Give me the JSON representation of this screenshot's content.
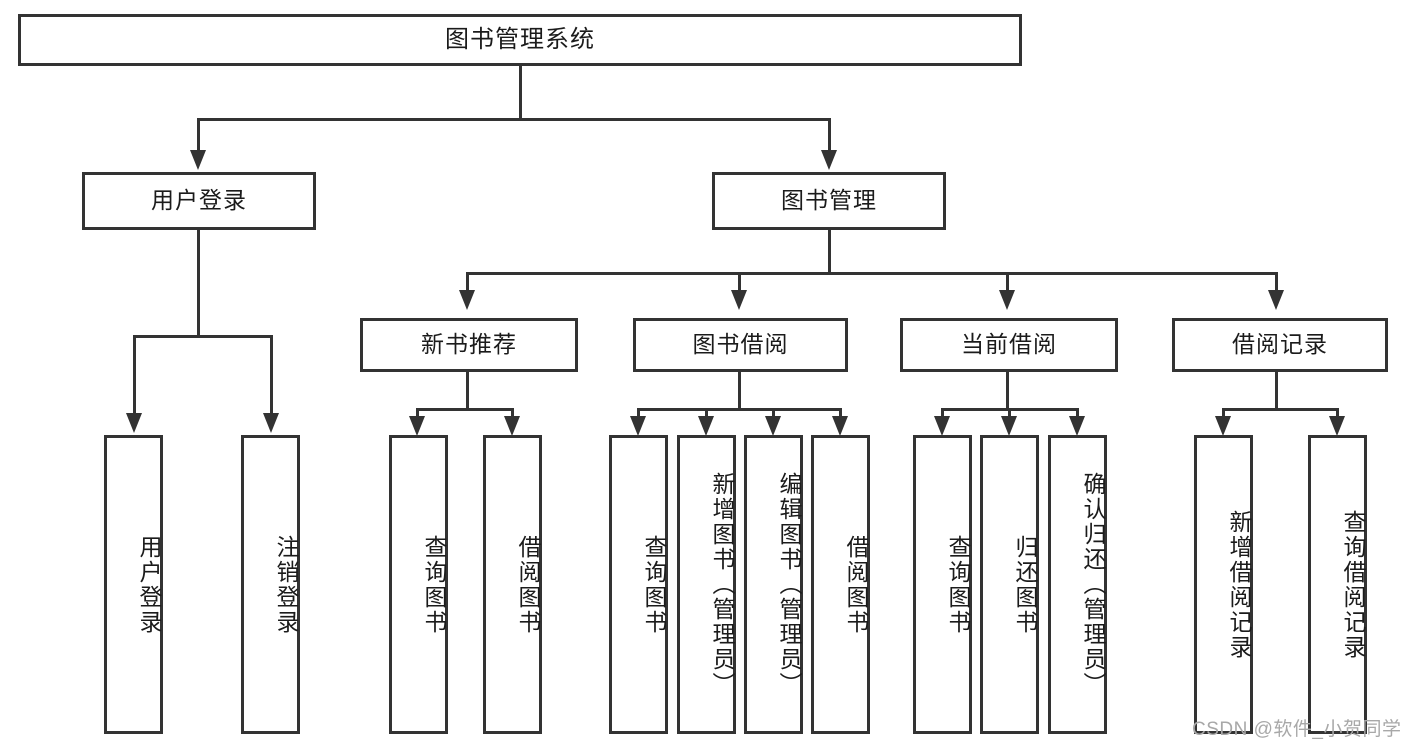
{
  "diagram": {
    "title": "图书管理系统",
    "type": "功能结构图",
    "root": {
      "id": "root",
      "label": "图书管理系统"
    },
    "level2": [
      {
        "id": "user-login",
        "label": "用户登录"
      },
      {
        "id": "book-manage",
        "label": "图书管理"
      }
    ],
    "level3": [
      {
        "id": "new-book-recommend",
        "label": "新书推荐",
        "parent": "book-manage"
      },
      {
        "id": "book-borrow",
        "label": "图书借阅",
        "parent": "book-manage"
      },
      {
        "id": "current-borrow",
        "label": "当前借阅",
        "parent": "book-manage"
      },
      {
        "id": "borrow-record",
        "label": "借阅记录",
        "parent": "book-manage"
      }
    ],
    "leaves": [
      {
        "id": "leaf-user-login",
        "label": "用户登录",
        "parent": "user-login"
      },
      {
        "id": "leaf-user-logout",
        "label": "注销登录",
        "parent": "user-login"
      },
      {
        "id": "leaf-query-book-1",
        "label": "查询图书",
        "parent": "new-book-recommend"
      },
      {
        "id": "leaf-borrow-book-1",
        "label": "借阅图书",
        "parent": "new-book-recommend"
      },
      {
        "id": "leaf-query-book-2",
        "label": "查询图书",
        "parent": "book-borrow"
      },
      {
        "id": "leaf-add-book",
        "label": "新增图书（管理员）",
        "parent": "book-borrow"
      },
      {
        "id": "leaf-edit-book",
        "label": "编辑图书（管理员）",
        "parent": "book-borrow"
      },
      {
        "id": "leaf-borrow-book-2",
        "label": "借阅图书",
        "parent": "book-borrow"
      },
      {
        "id": "leaf-query-book-3",
        "label": "查询图书",
        "parent": "current-borrow"
      },
      {
        "id": "leaf-return-book",
        "label": "归还图书",
        "parent": "current-borrow"
      },
      {
        "id": "leaf-confirm-return",
        "label": "确认归还（管理员）",
        "parent": "current-borrow"
      },
      {
        "id": "leaf-add-record",
        "label": "新增借阅记录",
        "parent": "borrow-record"
      },
      {
        "id": "leaf-query-record",
        "label": "查询借阅记录",
        "parent": "borrow-record"
      }
    ],
    "watermark": "CSDN @软件_小贺同学",
    "colors": {
      "stroke": "#333333",
      "fill": "#ffffff",
      "text": "#1b1b1b",
      "watermark": "#a8a8a8"
    }
  }
}
